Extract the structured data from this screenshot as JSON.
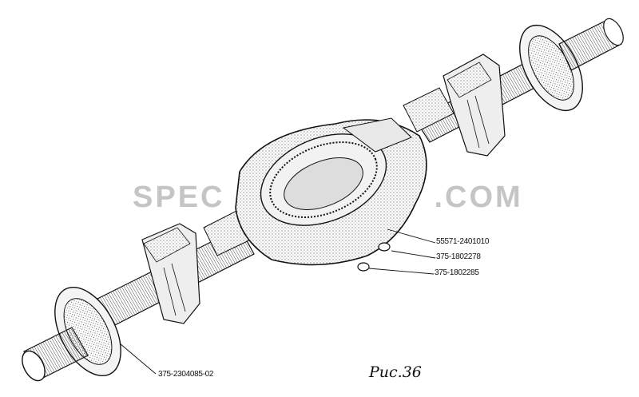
{
  "watermark": "SPEC",
  "watermark_tail": ".COM",
  "labels": {
    "housing": "55571-2401010",
    "plug_upper": "375-1802278",
    "plug_lower": "375-1802285",
    "hub_stud": "375-2304085-02"
  },
  "caption": "Рис.36",
  "colors": {
    "ink": "#111111",
    "stipple": "#cfcfcf",
    "watermark": "#bcbcbc"
  }
}
